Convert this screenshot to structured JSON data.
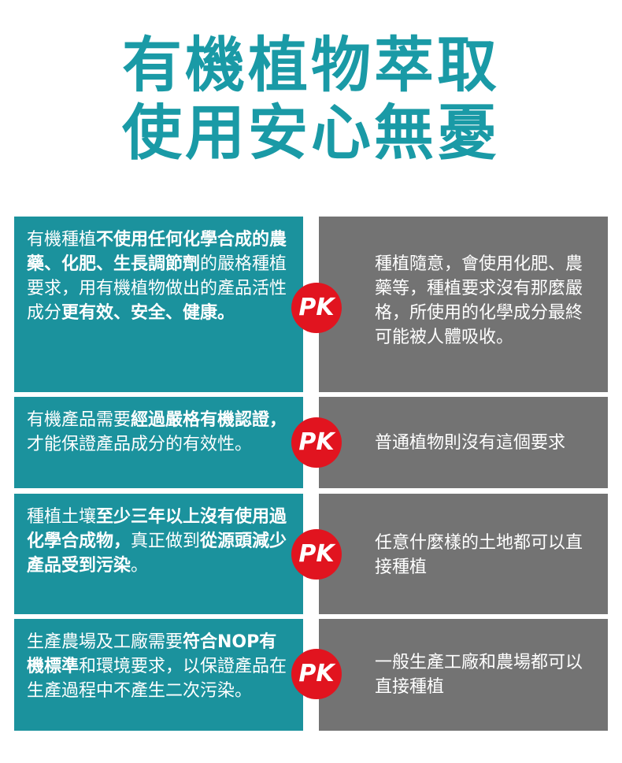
{
  "title": {
    "line1": "有機植物萃取",
    "line2": "使用安心無憂"
  },
  "pk_label": "PK",
  "rows": [
    {
      "left": [
        {
          "text": "有機種植",
          "bold": false
        },
        {
          "text": "不使用任何化學合成的農藥、化肥、生長調節劑",
          "bold": true
        },
        {
          "text": "的嚴格種植要求，用有機植物做出的產品活性成分",
          "bold": false
        },
        {
          "text": "更有效、安全、健康。",
          "bold": true
        }
      ],
      "right": "種植隨意，會使用化肥、農藥等，種植要求沒有那麼嚴格，所使用的化學成分最終可能被人體吸收。"
    },
    {
      "left": [
        {
          "text": "有機產品需要",
          "bold": false
        },
        {
          "text": "經過嚴格有機認證，",
          "bold": true
        },
        {
          "text": "才能保證產品成分的有效性。",
          "bold": false
        }
      ],
      "right": "普通植物則沒有這個要求"
    },
    {
      "left": [
        {
          "text": "種植土壤",
          "bold": false
        },
        {
          "text": "至少三年以上沒有使用過化學合成物，",
          "bold": true
        },
        {
          "text": "真正做到",
          "bold": false
        },
        {
          "text": "從源頭減少產品受到污染",
          "bold": true
        },
        {
          "text": "。",
          "bold": false
        }
      ],
      "right": "任意什麼樣的土地都可以直接種植"
    },
    {
      "left": [
        {
          "text": "生產農場及工廠需要",
          "bold": false
        },
        {
          "text": "符合NOP有機標準",
          "bold": true
        },
        {
          "text": "和環境要求，以保證產品在生產過程中不產生二次污染。",
          "bold": false
        }
      ],
      "right": "一般生產工廠和農場都可以直接種植"
    }
  ],
  "colors": {
    "title": "#1a9aa6",
    "left_panel": "#1b929d",
    "right_panel": "#737373",
    "pk_badge": "#e1141f"
  }
}
